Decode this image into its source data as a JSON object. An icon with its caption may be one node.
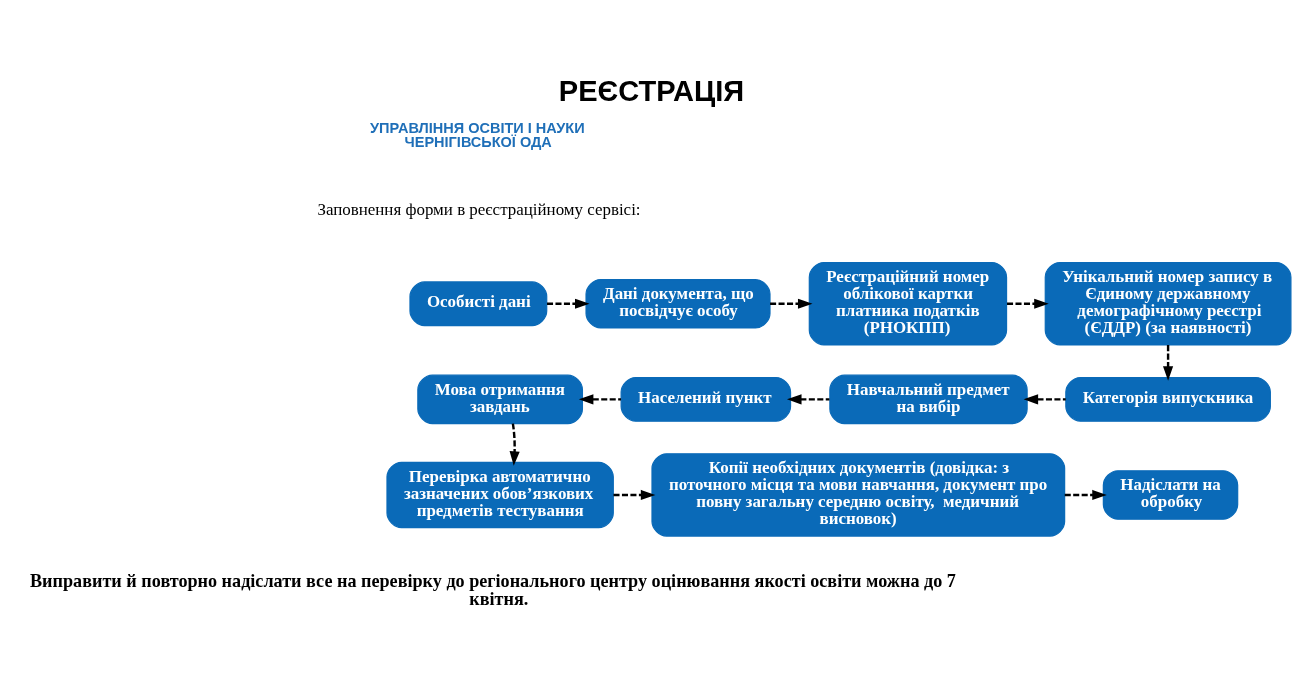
{
  "diagram": {
    "title": "РЕЄСТРАЦІЯ",
    "nodes": [
      {
        "text": [
          "Особисті дані"
        ]
      },
      {
        "text": [
          "Дані документа, що посвідчує особу"
        ]
      },
      {
        "text": [
          "Реєстраційний номер облікової картки платника податків (РНОКПП)"
        ]
      },
      {
        "text": [
          "Унікальний номер запису в Єдиному державному демографічному реєстрі (ЄДДР) (за наявності)"
        ]
      },
      {
        "text": [
          "Категорія випускника"
        ]
      },
      {
        "text": [
          "Навчальний предмет на вибір"
        ]
      },
      {
        "text": [
          "Населений пункт"
        ]
      },
      {
        "text": [
          "Мова отримання завдань"
        ]
      },
      {
        "text": [
          "Перевірка автоматично зазначених обов’язкових предметів тестування"
        ]
      },
      {
        "text": [
          "Копії необхідних документів (довідка: з поточного місця та мови навчання, документ про повну загальну середню освіту,  медичний висновок)"
        ]
      },
      {
        "text": [
          "Надіслати на обробку"
        ]
      }
    ],
    "edges": [
      {
        "from": 0,
        "to": 1,
        "arrow": "to",
        "style": "dashed"
      },
      {
        "from": 1,
        "to": 2,
        "arrow": "to",
        "style": "dashed"
      },
      {
        "from": 2,
        "to": 3,
        "arrow": "to",
        "style": "dashed"
      },
      {
        "from": 3,
        "to": 4,
        "arrow": "to",
        "style": "dashed"
      },
      {
        "from": 4,
        "to": 5,
        "arrow": "to",
        "style": "dashed"
      },
      {
        "from": 5,
        "to": 6,
        "arrow": "to",
        "style": "dashed"
      },
      {
        "from": 6,
        "to": 7,
        "arrow": "to",
        "style": "dashed"
      },
      {
        "from": 7,
        "to": 8,
        "arrow": "to",
        "style": "dashed"
      },
      {
        "from": 8,
        "to": 9,
        "arrow": "to",
        "style": "dashed"
      },
      {
        "from": 9,
        "to": 10,
        "arrow": "to",
        "style": "dashed"
      }
    ],
    "labels": [
      "УПРАВЛІННЯ ОСВІТИ І НАУКИ ЧЕРНІГІВСЬКОЇ ОДА",
      "Заповнення форми в реєстраційному сервісі:",
      "Виправити й повторно надіслати все на перевірку до регіонального центру оцінювання якості освіти можна до 7 квітня."
    ]
  }
}
